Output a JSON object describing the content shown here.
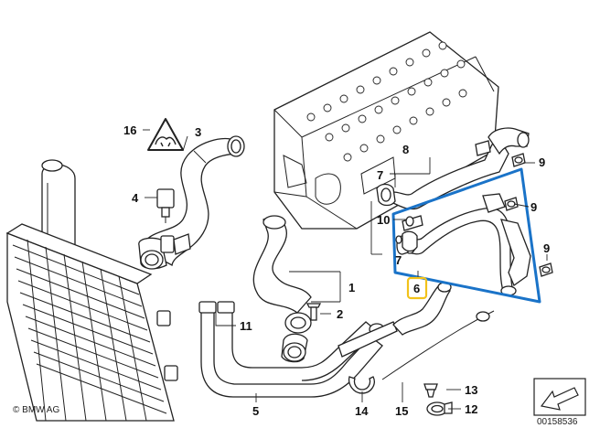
{
  "callouts": [
    {
      "id": "c1",
      "text": "1"
    },
    {
      "id": "c2",
      "text": "2"
    },
    {
      "id": "c3",
      "text": "3"
    },
    {
      "id": "c4",
      "text": "4"
    },
    {
      "id": "c5",
      "text": "5"
    },
    {
      "id": "c6",
      "text": "6"
    },
    {
      "id": "c7a",
      "text": "7"
    },
    {
      "id": "c7b",
      "text": "7"
    },
    {
      "id": "c8",
      "text": "8"
    },
    {
      "id": "c9a",
      "text": "9"
    },
    {
      "id": "c9b",
      "text": "9"
    },
    {
      "id": "c9c",
      "text": "9"
    },
    {
      "id": "c10",
      "text": "10"
    },
    {
      "id": "c11",
      "text": "11"
    },
    {
      "id": "c12",
      "text": "12"
    },
    {
      "id": "c13",
      "text": "13"
    },
    {
      "id": "c14",
      "text": "14"
    },
    {
      "id": "c15",
      "text": "15"
    },
    {
      "id": "c16",
      "text": "16"
    }
  ],
  "copyright": "© BMW AG",
  "diagram_number": "00158536",
  "colors": {
    "highlight_blue": "#1a73c8",
    "highlight_yellow": "#f2c21a",
    "line": "#222222"
  },
  "icons": [
    "warning-triangle-icon",
    "direction-arrow-icon"
  ]
}
